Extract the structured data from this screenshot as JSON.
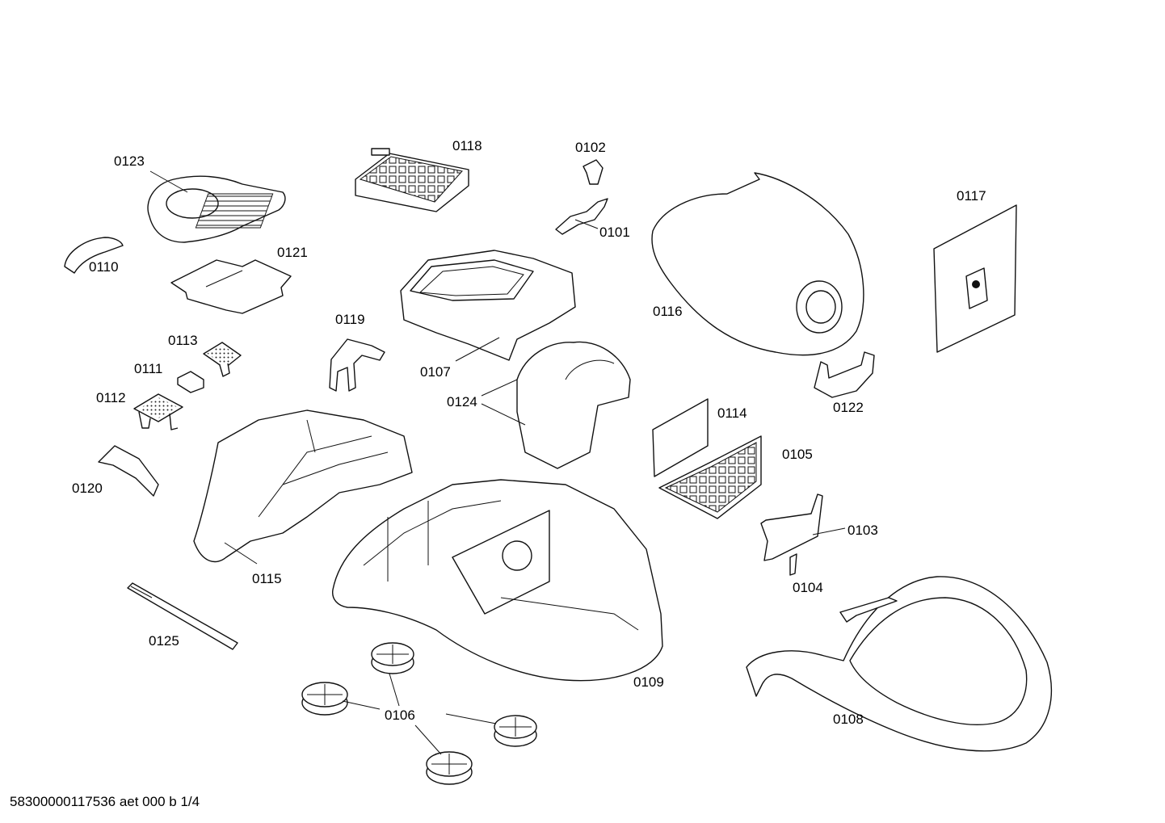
{
  "footer_text": "58300000117536 aet 000 b 1/4",
  "parts": [
    {
      "id": "p0101",
      "label": "0101",
      "name": "Part 0101"
    },
    {
      "id": "p0102",
      "label": "0102",
      "name": "Part 0102"
    },
    {
      "id": "p0103",
      "label": "0103",
      "name": "Part 0103"
    },
    {
      "id": "p0104",
      "label": "0104",
      "name": "Part 0104"
    },
    {
      "id": "p0105",
      "label": "0105",
      "name": "Part 0105"
    },
    {
      "id": "p0106",
      "label": "0106",
      "name": "Part 0106"
    },
    {
      "id": "p0107",
      "label": "0107",
      "name": "Part 0107"
    },
    {
      "id": "p0108",
      "label": "0108",
      "name": "Part 0108"
    },
    {
      "id": "p0109",
      "label": "0109",
      "name": "Part 0109"
    },
    {
      "id": "p0110",
      "label": "0110",
      "name": "Part 0110"
    },
    {
      "id": "p0111",
      "label": "0111",
      "name": "Part 0111"
    },
    {
      "id": "p0112",
      "label": "0112",
      "name": "Part 0112"
    },
    {
      "id": "p0113",
      "label": "0113",
      "name": "Part 0113"
    },
    {
      "id": "p0114",
      "label": "0114",
      "name": "Part 0114"
    },
    {
      "id": "p0115",
      "label": "0115",
      "name": "Part 0115"
    },
    {
      "id": "p0116",
      "label": "0116",
      "name": "Part 0116"
    },
    {
      "id": "p0117",
      "label": "0117",
      "name": "Part 0117"
    },
    {
      "id": "p0118",
      "label": "0118",
      "name": "Part 0118"
    },
    {
      "id": "p0119",
      "label": "0119",
      "name": "Part 0119"
    },
    {
      "id": "p0120",
      "label": "0120",
      "name": "Part 0120"
    },
    {
      "id": "p0121",
      "label": "0121",
      "name": "Part 0121"
    },
    {
      "id": "p0122",
      "label": "0122",
      "name": "Part 0122"
    },
    {
      "id": "p0123",
      "label": "0123",
      "name": "Part 0123"
    },
    {
      "id": "p0124",
      "label": "0124",
      "name": "Part 0124"
    },
    {
      "id": "p0125",
      "label": "0125",
      "name": "Part 0125"
    }
  ]
}
